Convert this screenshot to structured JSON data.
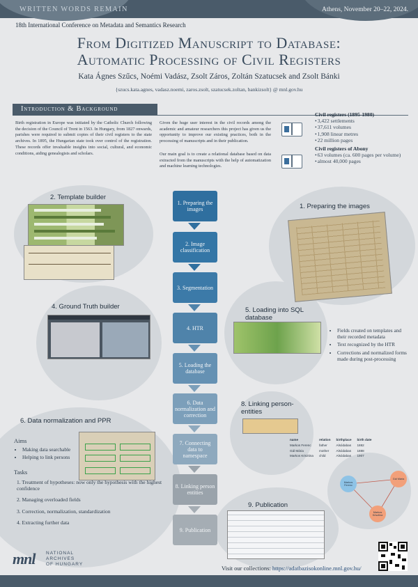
{
  "header": {
    "watermark": "WRITTEN WORDS REMAIN",
    "date": "Athens, November 20–22, 2024.",
    "conference": "18th International Conference on Metadata and Semantics Research",
    "title_line1": "From Digitized Manuscript to Database:",
    "title_line2": "Automatic Processing of Civil Registers",
    "authors": "Kata Ágnes Szűcs, Noémi Vadász, Zsolt Záros, Zoltán Szatucsek and Zsolt Bánki",
    "emails": "{szucs.kata.agnes, vadasz.noemi, zaros.zsolt, szatucsek.zoltan, bankizsolt}  @  mnl.gov.hu"
  },
  "intro": {
    "heading": "Introduction & Background",
    "para1": "Birth registration in Europe was initiated by the Catholic Church following the decision of the Council of Trent in 1563. In Hungary, from 1827 onwards, parishes were required to submit copies of their civil registers to the state archives. In 1895, the Hungarian state took over control of the registration. These records offer invaluable insights into social, cultural, and economic conditions, aiding genealogists and scholars.",
    "para2": "Given the huge user interest in the civil records among the academic and amateur researchers this project has given us the opportunity to improve our existing practices, both in the processing of manuscripts and in their publication.",
    "para3": "Our main goal is to create a relational database based on data extracted from the manuscripts with the help of automatization and machine learning technologies."
  },
  "stats": {
    "title1": "Civil registers (1895-1980)",
    "items1": [
      "3,422 settlements",
      "37,611 volumes",
      "1,908 linear metres",
      "22 million pages"
    ],
    "title2": "Civil registers of Abony",
    "items2": [
      "63 volumes (ca. 600 pages per volume)",
      "almost 40,000 pages"
    ]
  },
  "pipeline": [
    "1. Preparing the images",
    "2. Image classification",
    "3. Segmentation",
    "4. HTR",
    "5. Loading the database",
    "6. Data normalization and correction",
    "7. Connecting data to namespace",
    "8. Linking person entities",
    "9. Publication"
  ],
  "sections": {
    "template_builder": "2. Template builder",
    "preparing_images": "1. Preparing the images",
    "ground_truth": "4. Ground Truth builder",
    "sql": "5. Loading into SQL database",
    "normalization": "6. Data normalization and PPR",
    "linking": "8. Linking person-entities",
    "publication": "9. Publication"
  },
  "sql_bullets": [
    "Fields created on templates and their recorded metadata",
    "Text recognized by the HTR",
    "Corrections and normalized forms made during post-processing"
  ],
  "aims": {
    "heading": "Aims",
    "items": [
      "Making data searchable",
      "Helping to link persons"
    ]
  },
  "tasks": {
    "heading": "Tasks",
    "items": [
      "1. Treatment of hypotheses: now only the hypothesis with the highest confidence",
      "2. Managing overloaded fields",
      "3. Correction, normalization, standardization",
      "4. Extracting further data"
    ]
  },
  "link_table": {
    "headers": [
      "name",
      "relation",
      "birthplace",
      "birth date"
    ],
    "rows": [
      [
        "Markos Ferenc",
        "father",
        "Alsódabas",
        "1882"
      ],
      [
        "Gál Mária",
        "mother",
        "Alsódabas",
        "1888"
      ],
      [
        "Markos Krisztina",
        "child",
        "Alsódabas",
        "1907"
      ]
    ],
    "nodes": [
      "Markos Ferenc",
      "Gál Mária",
      "Markos Krisztina"
    ]
  },
  "footer": {
    "logo": "mnl",
    "logo_text1": "NATIONAL",
    "logo_text2": "ARCHIVES",
    "logo_text3": "OF HUNGARY",
    "visit_prefix": "Visit our collections: ",
    "visit_link": "https://adatbazisokonline.mnl.gov.hu/"
  },
  "colors": {
    "header_bar": "#4a5b6a",
    "step_dark": "#2f6f9f",
    "step_light": "#9aa3ab",
    "circle": "#d3d7db"
  }
}
